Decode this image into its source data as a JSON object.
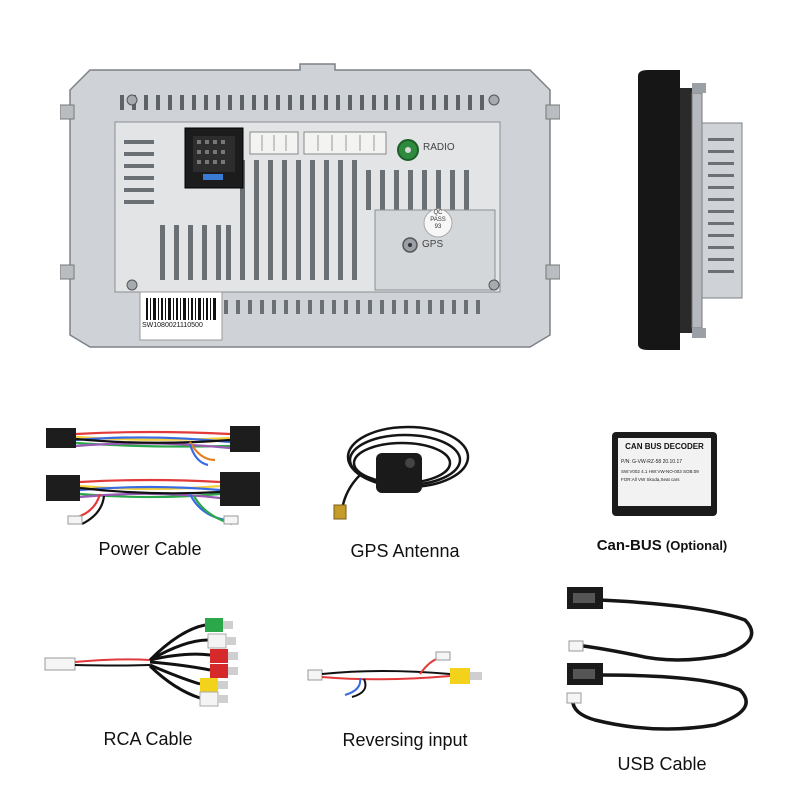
{
  "unit_rear": {
    "radio_label": "RADIO",
    "gps_label": "GPS",
    "qc_line1": "QC",
    "qc_line2": "PASS",
    "qc_line3": "93",
    "barcode_number": "SW1080021110500"
  },
  "accessories": {
    "power_cable": "Power Cable",
    "gps_antenna": "GPS Antenna",
    "canbus_name": "Can-BUS",
    "canbus_note": "(Optional)",
    "rca_cable": "RCA Cable",
    "reversing_input": "Reversing input",
    "usb_cable": "USB Cable"
  },
  "canbus_decoder": {
    "title": "CAN BUS DECODER",
    "line1": "P/N: G-VW-RZ-58    20.10.17",
    "line2": "SW:V002 4.1 HW:VW-NO-003 SOB:09",
    "line3": "FOR:All VW Skoda,Seat cars"
  },
  "colors": {
    "chassis": "#c9ccd0",
    "chassis_dark": "#8e9398",
    "cable": "#1a1a1a",
    "plug_red": "#d62a2a",
    "plug_yellow": "#f2d21b",
    "plug_white": "#f4f4f4",
    "plug_green": "#2aa84a",
    "connector_green": "#2e8b3e"
  }
}
